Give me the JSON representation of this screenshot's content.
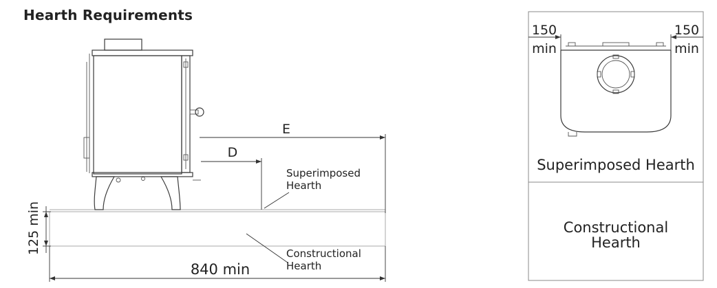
{
  "title": "Hearth Requirements",
  "side_view": {
    "dim_e": "E",
    "dim_d": "D",
    "superimposed_line1": "Superimposed",
    "superimposed_line2": "Hearth",
    "constructional_line1": "Constructional",
    "constructional_line2": "Hearth",
    "height_label": "125 min",
    "width_label": "840 min"
  },
  "top_view": {
    "left_clear_value": "150",
    "left_clear_unit": "min",
    "right_clear_value": "150",
    "right_clear_unit": "min",
    "superimposed_label": "Superimposed Hearth",
    "constructional_line1": "Constructional",
    "constructional_line2": "Hearth"
  }
}
